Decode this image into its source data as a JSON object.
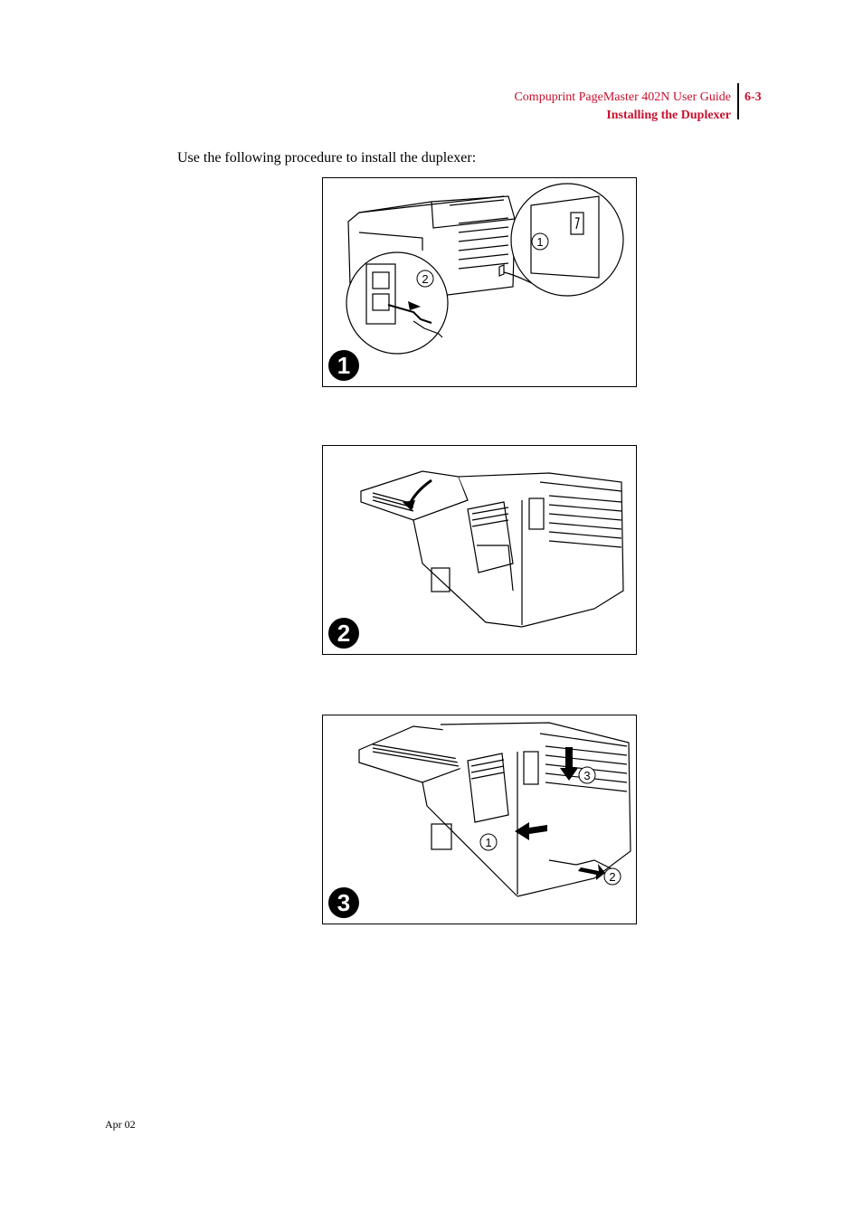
{
  "header": {
    "guide_title": "Compuprint PageMaster 402N User Guide",
    "section_title": "Installing the Duplexer",
    "page_number": "6-3"
  },
  "intro_text": "Use the following procedure to install the duplexer:",
  "figures": [
    {
      "step": "1",
      "callouts": [
        "1",
        "2"
      ]
    },
    {
      "step": "2",
      "callouts": []
    },
    {
      "step": "3",
      "callouts": [
        "1",
        "2",
        "3"
      ]
    }
  ],
  "footer": {
    "date": "Apr 02"
  },
  "colors": {
    "accent": "#c8102e"
  }
}
